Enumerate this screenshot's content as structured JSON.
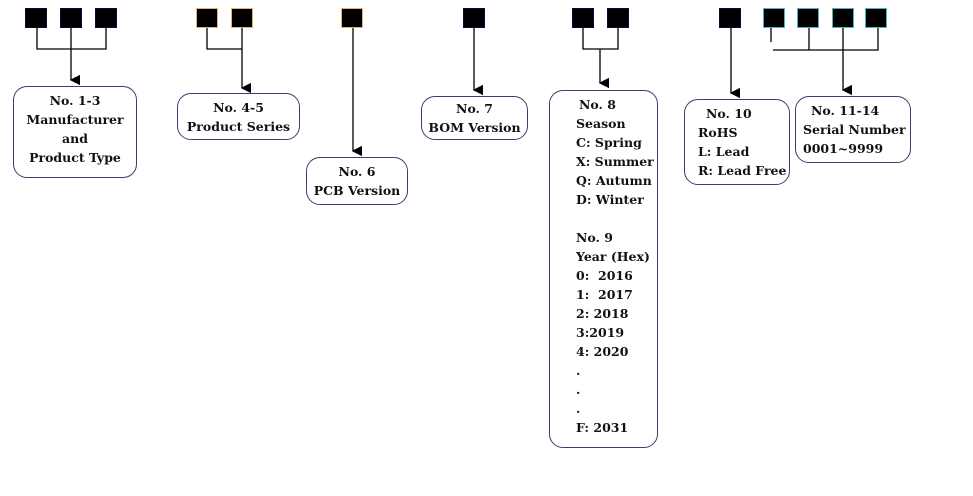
{
  "groups": [
    {
      "title": "No. 1-3",
      "lines": [
        "Manufacturer",
        "and",
        "Product Type"
      ]
    },
    {
      "title": "No. 4-5",
      "lines": [
        "Product Series"
      ]
    },
    {
      "title": "No. 6",
      "lines": [
        "PCB Version"
      ]
    },
    {
      "title": "No. 7",
      "lines": [
        "BOM Version"
      ]
    },
    {
      "title": "No. 8",
      "lines": [
        "Season",
        "C: Spring",
        "X: Summer",
        "Q: Autumn",
        "D: Winter",
        "",
        "No. 9",
        "Year (Hex)",
        "0:  2016",
        "1:  2017",
        "2: 2018",
        "3:2019",
        "4: 2020",
        ".",
        ".",
        ".",
        "F: 2031"
      ]
    },
    {
      "title": "No. 10",
      "lines": [
        "RoHS",
        "L: Lead",
        "R: Lead Free"
      ]
    },
    {
      "title": "No. 11-14",
      "lines": [
        "Serial Number",
        "0001~9999"
      ]
    }
  ]
}
